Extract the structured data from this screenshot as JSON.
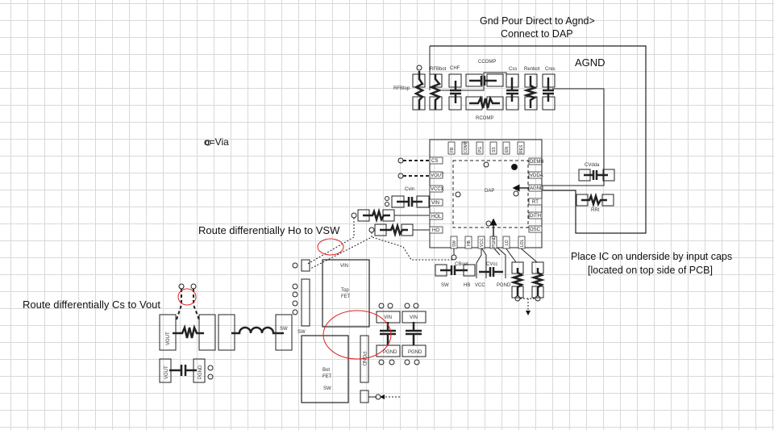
{
  "notes": {
    "gnd_pour": [
      "Gnd Pour Direct to Agnd>",
      "Connect to DAP"
    ],
    "agnd": "AGND",
    "via_legend": "o=Via",
    "route_ho": "Route differentially Ho to VSW",
    "route_cs": "Route differentially Cs to Vout",
    "place_ic": [
      "Place IC on underside by input caps",
      "[located on top side of PCB]"
    ]
  },
  "components_top": {
    "rfbtop": "RFBtop",
    "rfbbot": "RFBbot",
    "chf": "CHF",
    "ccomp": "CCOMP",
    "rcomp": "RCOMP",
    "css": "Css",
    "renbot": "Renbot",
    "cres": "Cres"
  },
  "ic": {
    "dap": "DAP",
    "top_pins": [
      "FB",
      "COMP",
      "PG",
      "SS",
      "EN",
      "RES"
    ],
    "left_pins": [
      "CS",
      "VOUT",
      "VCCX",
      "VIN",
      "HOL",
      "HO"
    ],
    "right_pins": [
      "DEMB",
      "VDDA",
      "AGND",
      "RT",
      "DITH",
      "OSC"
    ],
    "bottom_pins": [
      "SW",
      "HB",
      "VCC",
      "PGND",
      "LO",
      "LOL"
    ]
  },
  "components_side": {
    "cvdda": "CVdda",
    "rrt": "RRt",
    "cvin": "Cvin",
    "cboot": "CBoot",
    "cvcc": "CVcc",
    "sw": "SW",
    "hb": "HB",
    "vcc": "VCC",
    "pgnd": "PGND"
  },
  "power_stage": {
    "top_fet": [
      "VIN",
      "Top",
      "FET"
    ],
    "bot_fet": [
      "Bot",
      "FET",
      "SW"
    ],
    "sw_label": "SW",
    "sw_pad": "SW",
    "pgnd_pad": "PGND",
    "cap_vin": "VIN",
    "cap_pgnd": "PGND",
    "vout": "VOUT",
    "vout2": "VOUT",
    "pgnd_small": "PGND"
  },
  "colors": {
    "highlight": "#e02020",
    "ink": "#111111",
    "grid": "#d9d9d9"
  }
}
